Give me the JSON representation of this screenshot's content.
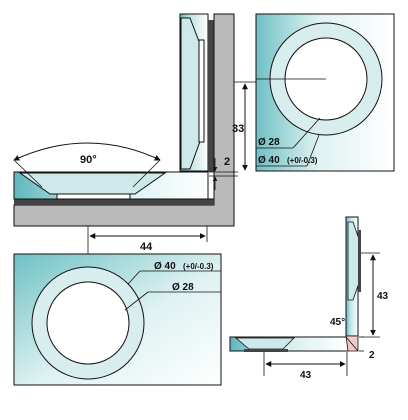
{
  "colors": {
    "glass_dark": "#5fb7bc",
    "glass_light": "#eaf7f7",
    "ring": "#d8eeee",
    "line": "#111111",
    "metal_dark": "#444444",
    "metal_gray": "#b9b9b9",
    "weld": "#f2c7c7",
    "background": "#ffffff"
  },
  "dimensions": {
    "top_angle": "90°",
    "vertical_gap": "33",
    "gap_small": "2",
    "diameter_inner_top": "Ø 28",
    "diameter_outer_top": "Ø 40",
    "tolerance_top": "(+0/-0.3)",
    "horizontal_offset": "44",
    "diameter_outer_bottom": "Ø 40",
    "tolerance_bottom": "(+0/-0.3)",
    "diameter_inner_bottom": "Ø 28",
    "right_height": "43",
    "right_angle": "45°",
    "right_width": "43",
    "right_gap": "2"
  }
}
